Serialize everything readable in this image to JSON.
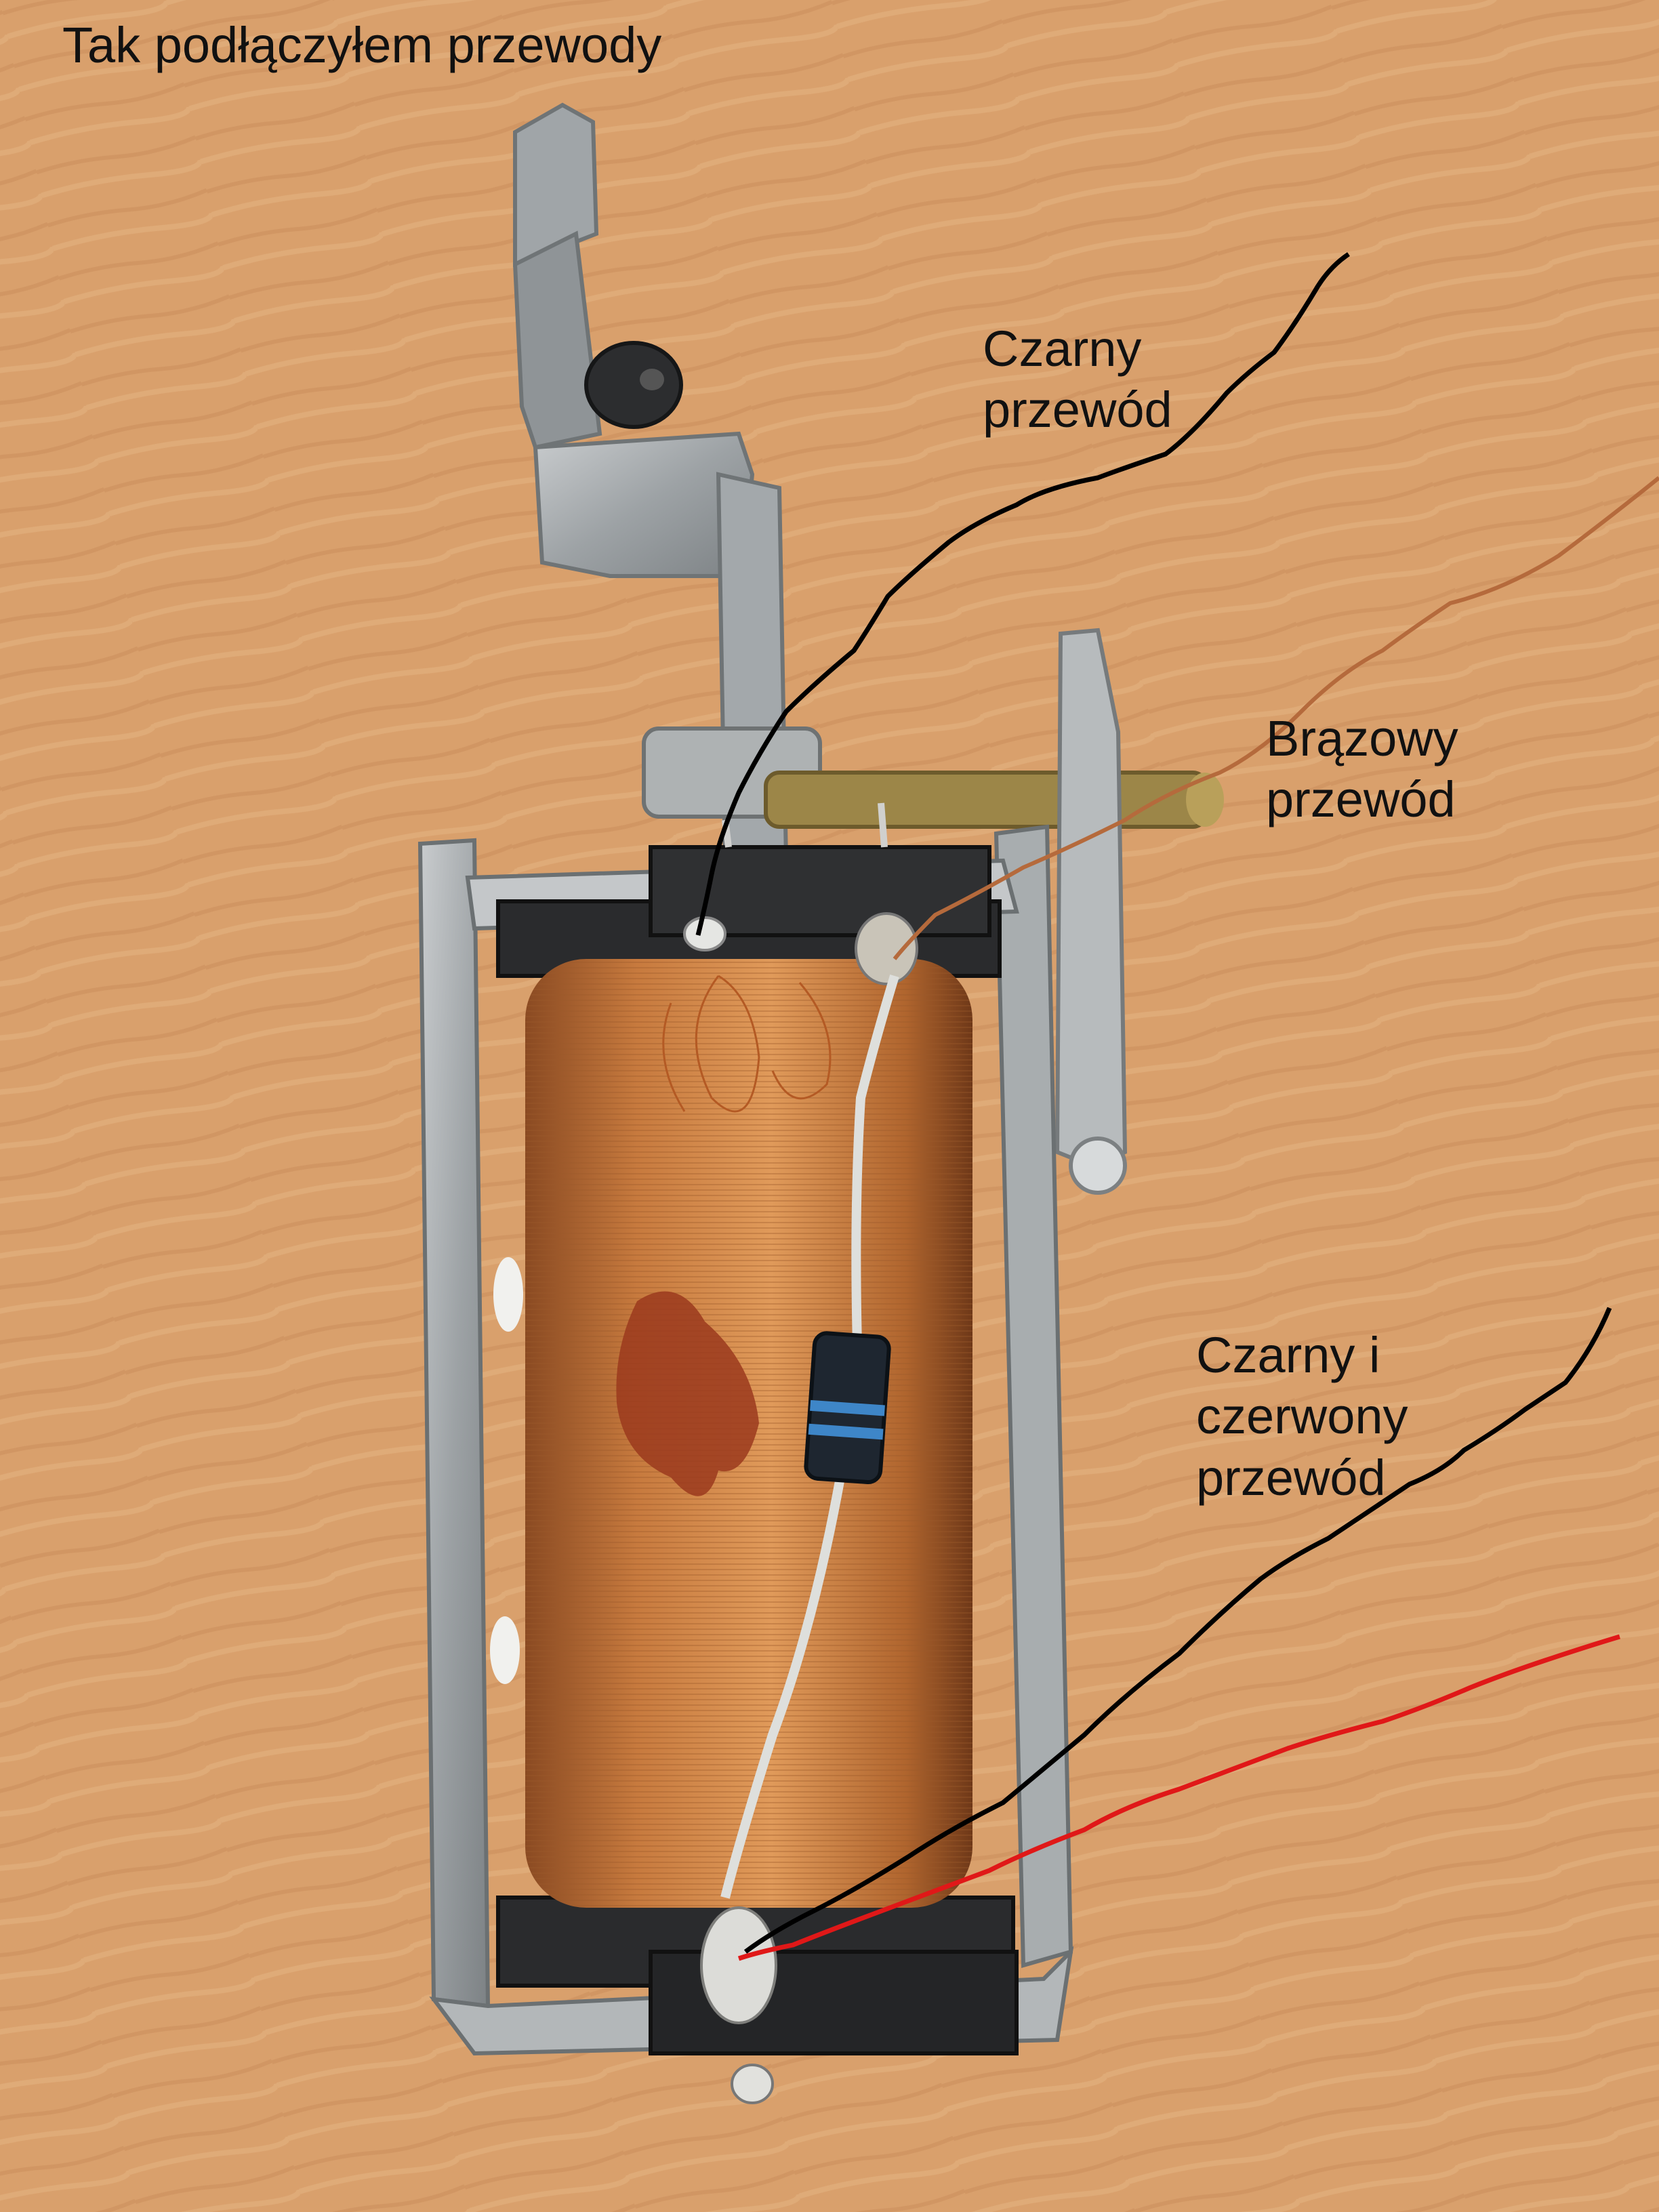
{
  "caption": "Tak podłączyłem przewody",
  "annotations": {
    "black_wire": {
      "line1": "Czarny",
      "line2": "przewód"
    },
    "brown_wire": {
      "line1": "Brązowy",
      "line2": "przewód"
    },
    "black_red_wire": {
      "line1": "Czarny i",
      "line2": "czerwony",
      "line3": "przewód"
    }
  },
  "colors": {
    "table": "#d9a06c",
    "copper_coil": "#c77a3e",
    "metal_frame": "#a7acae",
    "black_wire": "#000000",
    "brown_wire": "#b56a3c",
    "red_wire": "#e01818",
    "diode_body": "#1e2630",
    "diode_band": "#3e86c8"
  }
}
